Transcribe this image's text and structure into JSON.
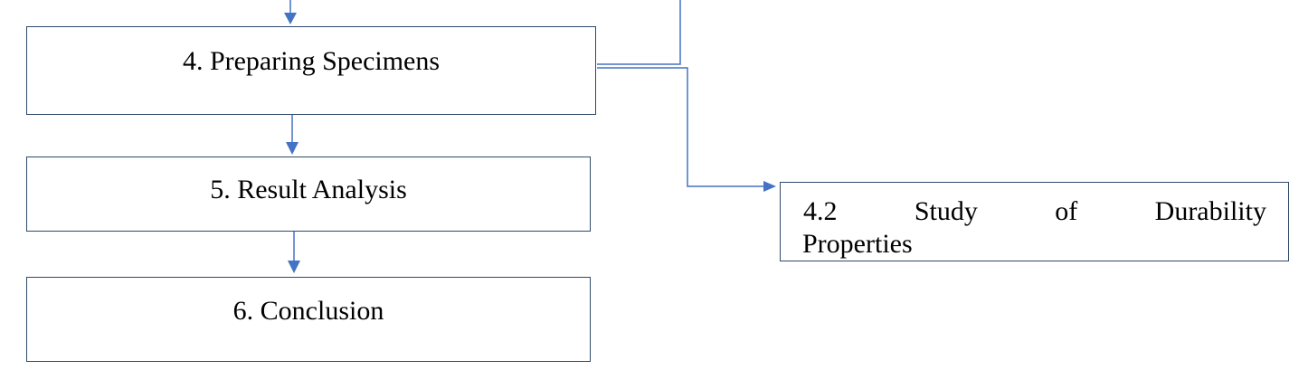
{
  "diagram": {
    "steps": [
      {
        "id": "step-4",
        "label": "4. Preparing Specimens"
      },
      {
        "id": "step-5",
        "label": "5. Result Analysis"
      },
      {
        "id": "step-6",
        "label": "6. Conclusion"
      }
    ],
    "side_step": {
      "id": "step-4-2",
      "line1_words": [
        "4.2",
        "Study",
        "of",
        "Durability"
      ],
      "line2": "Properties"
    },
    "colors": {
      "box_border": "#2f4a6a",
      "connector": "#4472c4"
    }
  }
}
